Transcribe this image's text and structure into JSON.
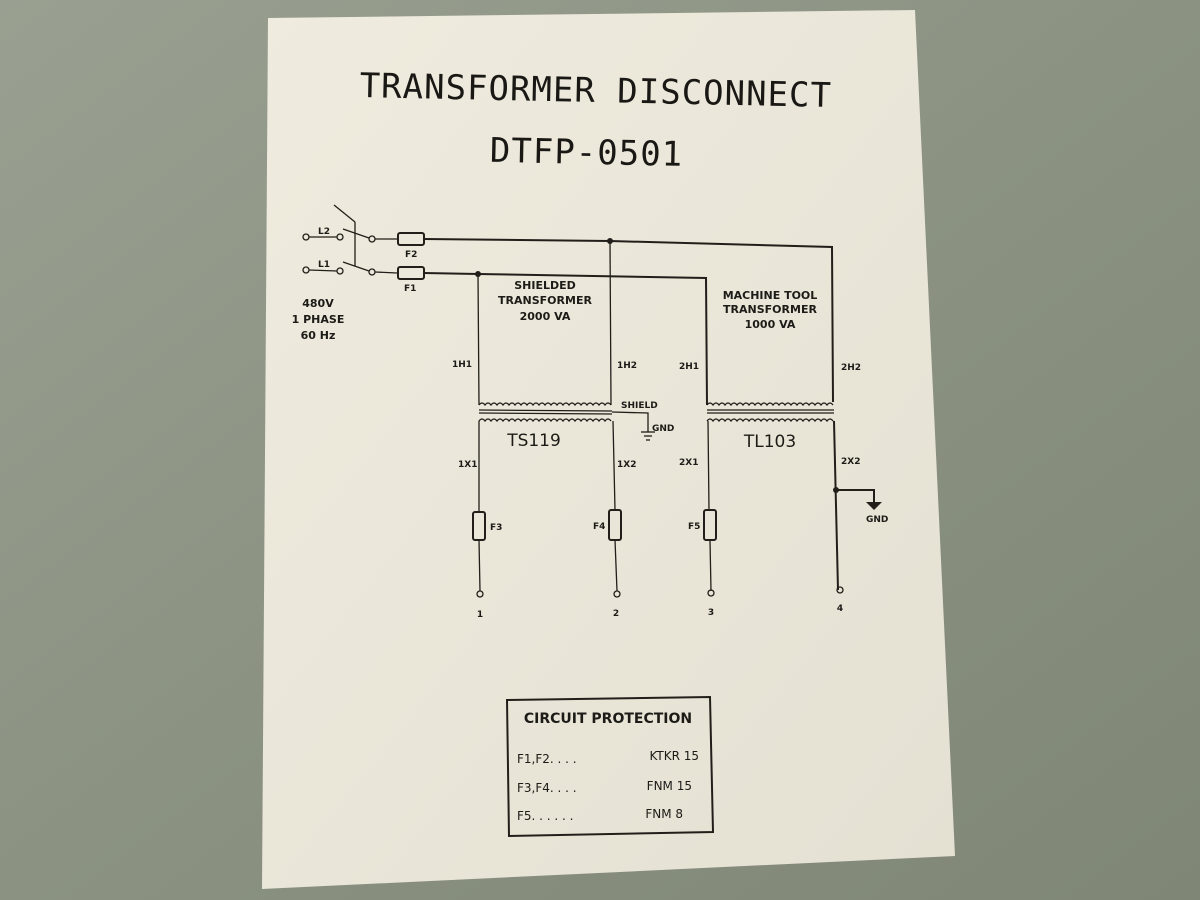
{
  "label": {
    "title": "TRANSFORMER DISCONNECT",
    "subtitle": "DTFP-0501"
  },
  "supply": {
    "l2": "L2",
    "l1": "L1",
    "f2": "F2",
    "f1": "F1",
    "voltage": "480V",
    "phase": "1 PHASE",
    "frequency": "60 Hz"
  },
  "transformer1": {
    "name_line1": "SHIELDED",
    "name_line2": "TRANSFORMER",
    "rating": "2000 VA",
    "id": "TS119",
    "h1": "1H1",
    "h2": "1H2",
    "x1": "1X1",
    "x2": "1X2",
    "shield": "SHIELD",
    "gnd": "GND"
  },
  "transformer2": {
    "name_line1": "MACHINE TOOL",
    "name_line2": "TRANSFORMER",
    "rating": "1000 VA",
    "id": "TL103",
    "h1": "2H1",
    "h2": "2H2",
    "x1": "2X1",
    "x2": "2X2",
    "gnd": "GND"
  },
  "outputs": {
    "fuses": [
      "F3",
      "F4",
      "F5"
    ],
    "terminals": [
      "1",
      "2",
      "3",
      "4"
    ]
  },
  "circuit_protection": {
    "title": "CIRCUIT PROTECTION",
    "rows": [
      {
        "fuses": "F1,F2. . . .",
        "type": "KTKR 15"
      },
      {
        "fuses": "F3,F4. . . .",
        "type": "FNM 15"
      },
      {
        "fuses": "F5. . . . . .",
        "type": "FNM 8"
      }
    ]
  },
  "colors": {
    "wall": "#8d9384",
    "card": "#ebe7da",
    "ink": "#221f1a"
  }
}
